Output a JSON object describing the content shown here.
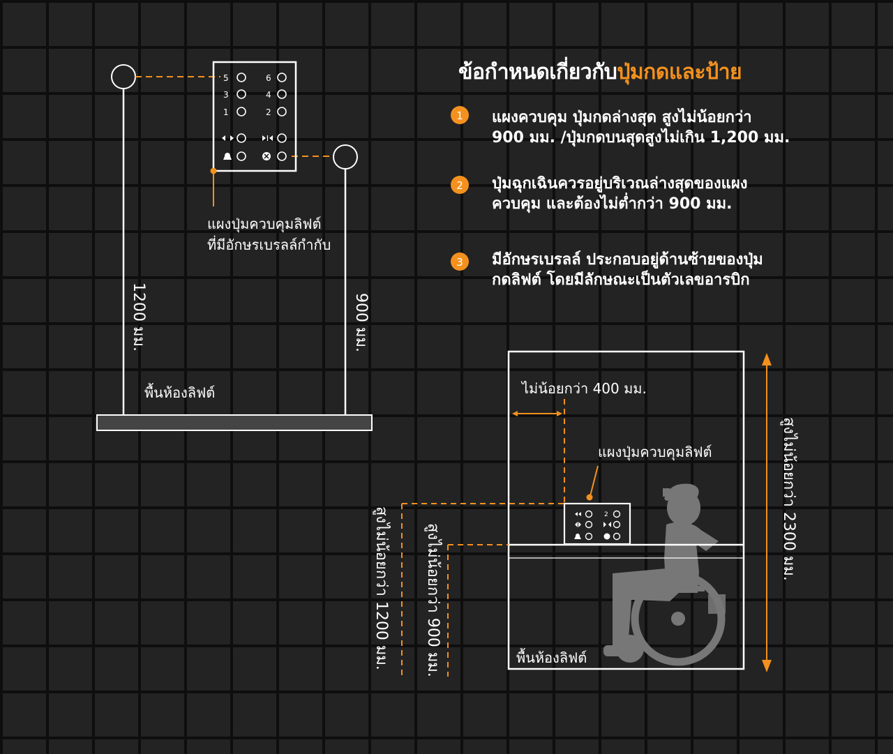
{
  "title": {
    "part1": "ข้อกำหนดเกี่ยวกับ",
    "part2": "ปุ่มกดและป้าย"
  },
  "colors": {
    "accent": "#f4911e",
    "background": "#232323",
    "grid": "#0e0e0e",
    "line": "#ffffff",
    "silhouette": "#777777"
  },
  "requirements": [
    {
      "number": "1",
      "line1": "แผงควบคุม ปุ่มกดล่างสุด สูงไม่น้อยกว่า",
      "line2": "900 มม. /ปุ่มกดบนสุดสูงไม่เกิน 1,200 มม."
    },
    {
      "number": "2",
      "line1": "ปุ่มฉุกเฉินควรอยู่บริเวณล่างสุดของแผง",
      "line2": "ควบคุม และต้องไม่ต่ำกว่า 900 มม."
    },
    {
      "number": "3",
      "line1": "มีอักษรเบรลล์ ประกอบอยู่ด้านซ้ายของปุ่ม",
      "line2": "กดลิฟต์ โดยมีลักษณะเป็นตัวเลขอารบิก"
    }
  ],
  "diagram1": {
    "panel_label_line1": "แผงปุ่มควบคุมลิฟต์",
    "panel_label_line2": "ที่มีอักษรเบรลล์กำกับ",
    "height_1200": "1200 มม.",
    "height_900": "900 มม.",
    "floor": "พื้นห้องลิฟต์",
    "panel_buttons": [
      "5",
      "6",
      "3",
      "4",
      "1",
      "2"
    ],
    "icons": [
      "door-open-icon",
      "door-close-icon",
      "alarm-bell-icon",
      "emergency-stop-icon"
    ]
  },
  "diagram2": {
    "min_400": "ไม่น้อยกว่า 400 มม.",
    "panel_label": "แผงปุ่มควบคุมลิฟต์",
    "panel_buttons": [
      "2"
    ],
    "min_height_2300": "สูงไม่น้อยกว่า 2300 มม.",
    "min_height_1200": "สูงไม่น้อยกว่า 1200 มม.",
    "min_height_900": "สูงไม่น้อยกว่า 900 มม.",
    "floor": "พื้นห้องลิฟต์",
    "icons": [
      "wheelchair-user-icon"
    ]
  }
}
